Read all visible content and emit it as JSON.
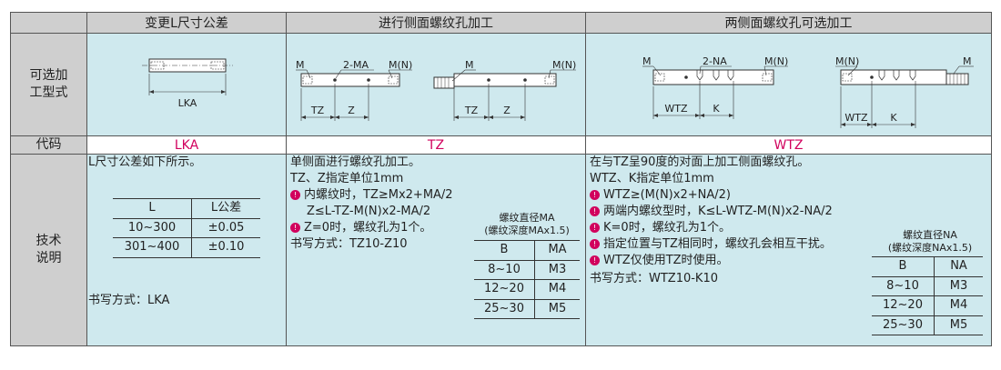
{
  "header": {
    "col1": "变更L尺寸公差",
    "col2": "进行侧面螺纹孔加工",
    "col3": "两侧面螺纹孔可选加工"
  },
  "row_labels": {
    "options_line1": "可选加",
    "options_line2": "工型式",
    "code": "代码",
    "tech_line1": "技术",
    "tech_line2": "说明"
  },
  "diagram_labels": {
    "lka": "LKA",
    "m": "M",
    "two_ma": "2-MA",
    "mn": "M(N)",
    "z": "Z",
    "tz": "TZ",
    "two_na": "2-NA",
    "wtz": "WTZ",
    "k": "K"
  },
  "codes": {
    "lka": "LKA",
    "tz": "TZ",
    "wtz": "WTZ"
  },
  "lka": {
    "intro": "L尺寸公差如下所示。",
    "table_headers": [
      "L",
      "L公差"
    ],
    "table_rows": [
      [
        "10~300",
        "±0.05"
      ],
      [
        "301~400",
        "±0.10"
      ]
    ],
    "write": "书写方式：LKA"
  },
  "tz": {
    "line1": "单侧面进行螺纹孔加工。",
    "line2": "TZ、Z指定单位1mm",
    "line3": "内螺纹时，TZ≥Mx2+MA/2",
    "line4": "Z≤L-TZ-M(N)x2-MA/2",
    "line5": "Z=0时，螺纹孔为1个。",
    "write": "书写方式：TZ10-Z10",
    "caption1": "螺纹直径MA",
    "caption2": "(螺纹深度MAx1.5)",
    "table_headers": [
      "B",
      "MA"
    ],
    "table_rows": [
      [
        "8~10",
        "M3"
      ],
      [
        "12~20",
        "M4"
      ],
      [
        "25~30",
        "M5"
      ]
    ]
  },
  "wtz": {
    "line1": "在与TZ呈90度的对面上加工侧面螺纹孔。",
    "line2": "WTZ、K指定单位1mm",
    "line3": "WTZ≥(M(N)x2+NA/2)",
    "line4": "两端内螺纹型时，K≤L-WTZ-M(N)x2-NA/2",
    "line5": "K=0时，螺纹孔为1个。",
    "line6": "指定位置与TZ相同时，螺纹孔会相互干扰。",
    "line7": "WTZ仅使用TZ时使用。",
    "write": "书写方式：WTZ10-K10",
    "caption1": "螺纹直径NA",
    "caption2": "(螺纹深度NAx1.5)",
    "table_headers": [
      "B",
      "NA"
    ],
    "table_rows": [
      [
        "8~10",
        "M3"
      ],
      [
        "12~20",
        "M4"
      ],
      [
        "25~30",
        "M5"
      ]
    ]
  },
  "warn_icon": "!",
  "colors": {
    "cyan": "#cfe9ee",
    "header_gray": "#cfcfcf",
    "code_red": "#d1005d"
  }
}
